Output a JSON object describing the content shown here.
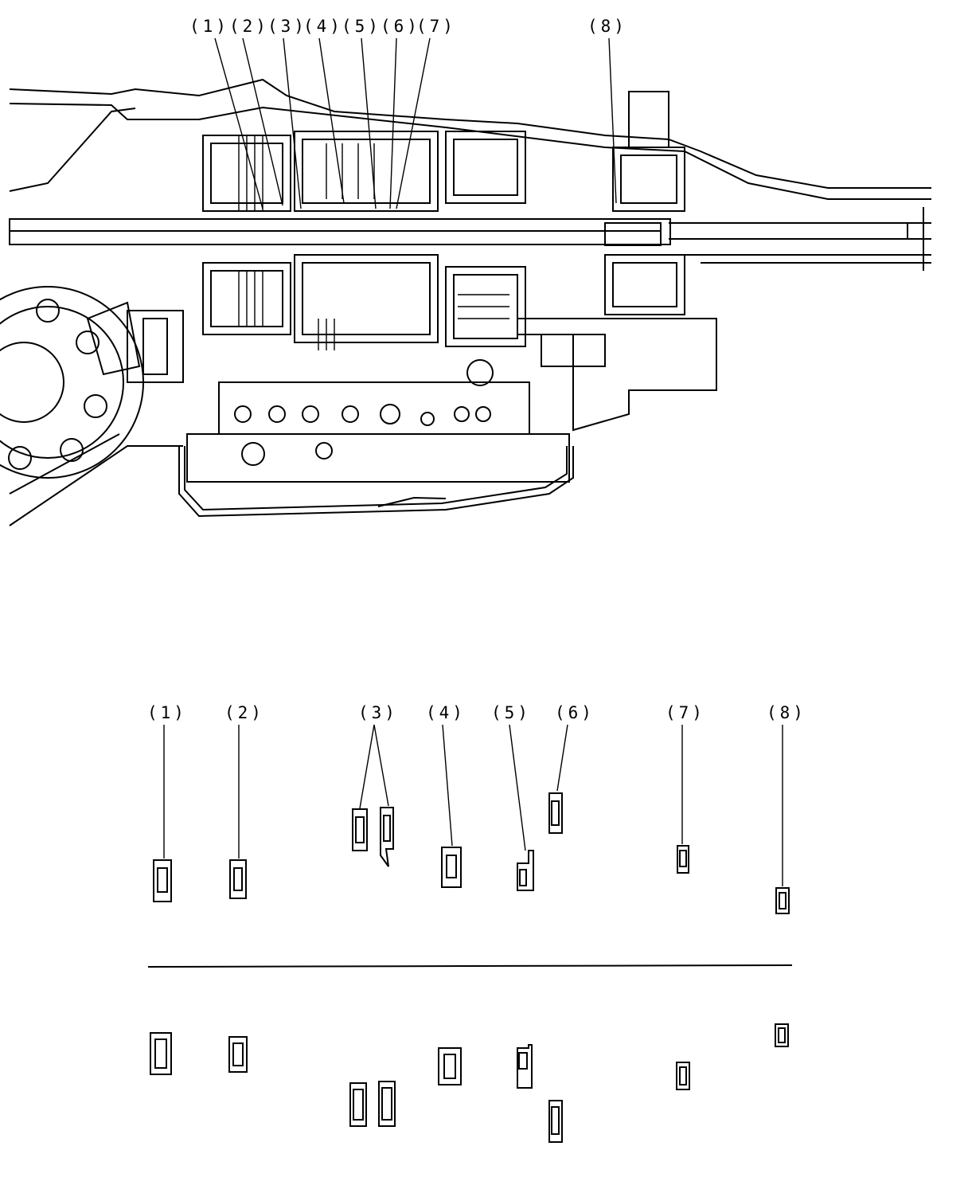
{
  "callouts_top": [
    "(1)",
    "(2)",
    "(3)",
    "(4)",
    "(5)",
    "(6)",
    "(7)",
    "(8)"
  ],
  "parts": [
    {
      "id": "1",
      "label": "(1)"
    },
    {
      "id": "2",
      "label": "(2)"
    },
    {
      "id": "3",
      "label": "(3)"
    },
    {
      "id": "4",
      "label": "(4)"
    },
    {
      "id": "5",
      "label": "(5)"
    },
    {
      "id": "6",
      "label": "(6)"
    },
    {
      "id": "7",
      "label": "(7)"
    },
    {
      "id": "8",
      "label": "(8)"
    }
  ]
}
